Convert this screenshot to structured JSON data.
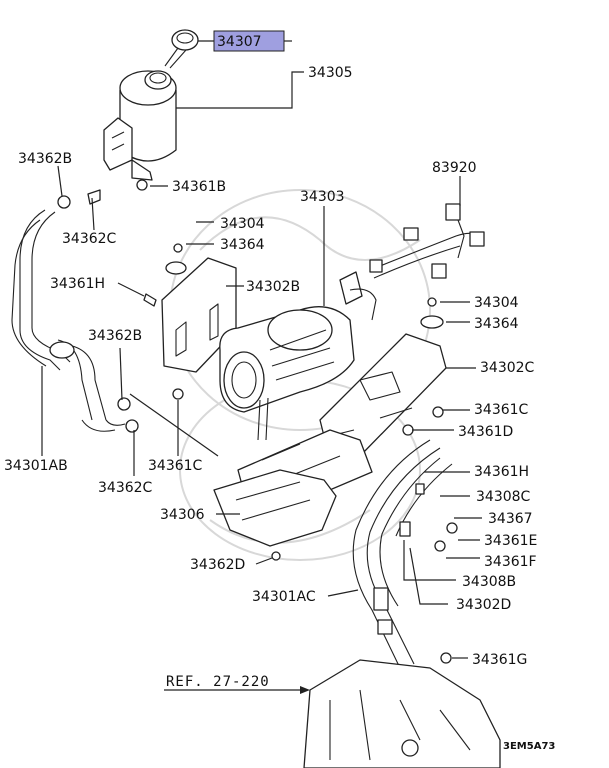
{
  "diagram": {
    "highlight_color": "#9f9fe0",
    "reference": "REF. 27-220",
    "code": "3EM5A73",
    "labels": {
      "p34307": "34307",
      "p34305": "34305",
      "p34362B_top": "34362B",
      "p34361B": "34361B",
      "p34362C_top": "34362C",
      "p34303": "34303",
      "p83920": "83920",
      "p34304_a": "34304",
      "p34364_a": "34364",
      "p34302B": "34302B",
      "p34361H_left": "34361H",
      "p34304_b": "34304",
      "p34364_b": "34364",
      "p34362B_mid": "34362B",
      "p34302C": "34302C",
      "p34361C_right": "34361C",
      "p34361D": "34361D",
      "p34301AB": "34301AB",
      "p34361C_mid": "34361C",
      "p34362C_mid": "34362C",
      "p34361H_right": "34361H",
      "p34308C": "34308C",
      "p34306": "34306",
      "p34367": "34367",
      "p34361E": "34361E",
      "p34361F": "34361F",
      "p34362D": "34362D",
      "p34308B": "34308B",
      "p34301AC": "34301AC",
      "p34302D": "34302D",
      "p34361G": "34361G"
    }
  }
}
